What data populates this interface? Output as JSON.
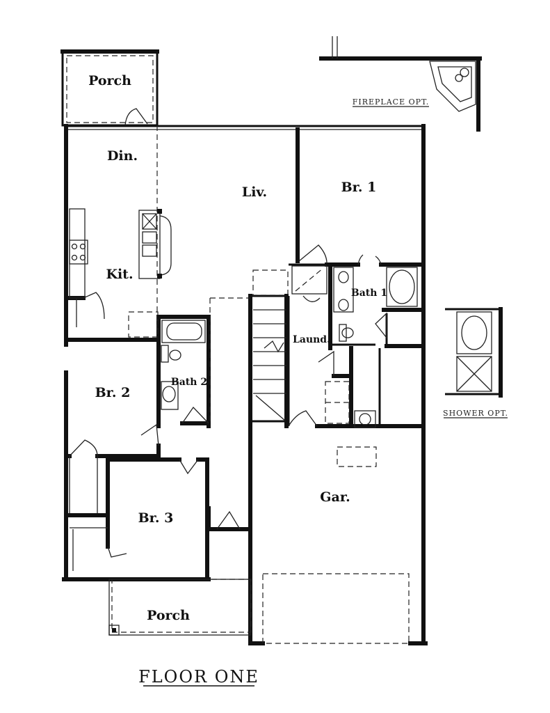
{
  "rooms": {
    "porch_rear": "Porch",
    "dining": "Din.",
    "living": "Liv.",
    "bedroom1": "Br. 1",
    "kitchen": "Kit.",
    "bath1": "Bath 1",
    "laundry": "Laund.",
    "bedroom2": "Br. 2",
    "bath2": "Bath 2",
    "garage": "Gar.",
    "bedroom3": "Br. 3",
    "porch_front": "Porch"
  },
  "options": {
    "fireplace": "FIREPLACE OPT.",
    "shower": "SHOWER OPT."
  },
  "title": "FLOOR ONE"
}
